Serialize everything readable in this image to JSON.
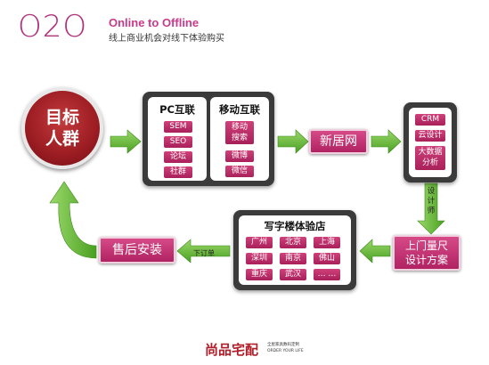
{
  "header": {
    "logo": "O2O",
    "title": "Online to Offline",
    "subtitle": "线上商业机会对线下体验购买"
  },
  "target": {
    "line1": "目标",
    "line2": "人群"
  },
  "pc_panel": {
    "title": "PC互联",
    "tags": [
      "SEM",
      "SEO",
      "论坛",
      "社群"
    ]
  },
  "mobile_panel": {
    "title": "移动互联",
    "tags": [
      "移动\n搜索",
      "微博",
      "微信"
    ]
  },
  "xinjuwang": "新居网",
  "tools_panel": {
    "tags": [
      "CRM",
      "云设计",
      "大数据\n分析"
    ]
  },
  "designer_label": "设计师",
  "measure": {
    "line1": "上门量尺",
    "line2": "设计方案"
  },
  "store_panel": {
    "title": "写字楼体验店",
    "cities": [
      "广州",
      "北京",
      "上海",
      "深圳",
      "南京",
      "佛山",
      "重庆",
      "武汉",
      "… …"
    ]
  },
  "order_label": "下订单",
  "after_sales": "售后安装",
  "footer": {
    "brand": "尚品宅配",
    "tagline_cn": "全屋家具数码定制",
    "tagline_en": "ORDER YOUR LIFE"
  },
  "colors": {
    "accent": "#b02262",
    "arrow": "#5cb52a",
    "panel": "#3b3b3b",
    "target": "#9b1c22"
  }
}
